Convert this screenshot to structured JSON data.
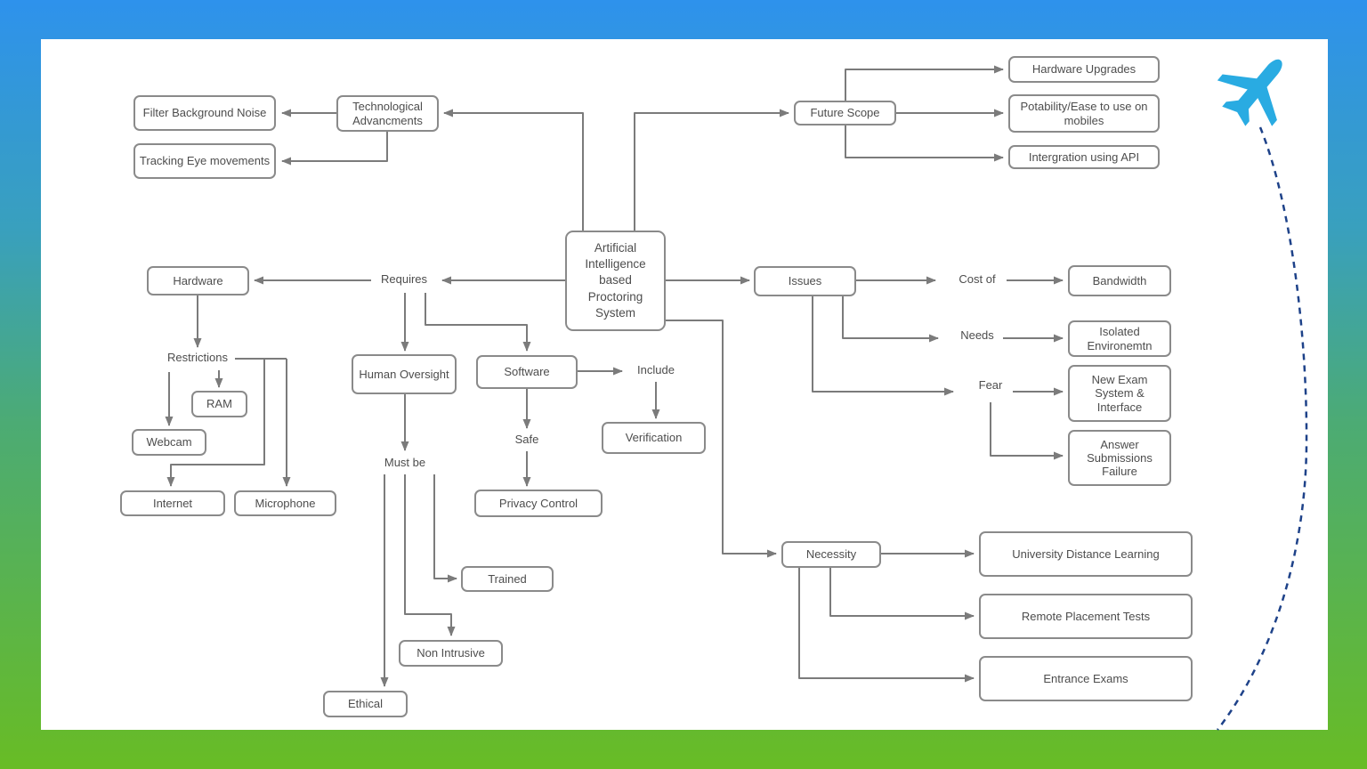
{
  "diagram_title": "Artificial Intelligence based Proctoring System concept map",
  "nodes": {
    "ai_proctoring": {
      "label": "Artificial Intelligence based Proctoring System"
    },
    "technological_advancements": {
      "label": "Technological Advancments"
    },
    "filter_background_noise": {
      "label": "Filter Background Noise"
    },
    "tracking_eye_movements": {
      "label": "Tracking Eye movements"
    },
    "future_scope": {
      "label": "Future Scope"
    },
    "hardware_upgrades": {
      "label": "Hardware Upgrades"
    },
    "portability_mobiles": {
      "label": "Potability/Ease to use on mobiles"
    },
    "integration_api": {
      "label": "Intergration using API"
    },
    "hardware": {
      "label": "Hardware"
    },
    "ram": {
      "label": "RAM"
    },
    "webcam": {
      "label": "Webcam"
    },
    "internet": {
      "label": "Internet"
    },
    "microphone": {
      "label": "Microphone"
    },
    "human_oversight": {
      "label": "Human Oversight"
    },
    "trained": {
      "label": "Trained"
    },
    "non_intrusive": {
      "label": "Non Intrusive"
    },
    "ethical": {
      "label": "Ethical"
    },
    "software": {
      "label": "Software"
    },
    "verification": {
      "label": "Verification"
    },
    "privacy_control": {
      "label": "Privacy Control"
    },
    "issues": {
      "label": "Issues"
    },
    "bandwidth": {
      "label": "Bandwidth"
    },
    "isolated_environment": {
      "label": "Isolated Environemtn"
    },
    "new_exam_system": {
      "label": "New Exam System & Interface"
    },
    "answer_submissions": {
      "label": "Answer Submissions Failure"
    },
    "necessity": {
      "label": "Necessity"
    },
    "university_distance_learning": {
      "label": "University Distance Learning"
    },
    "remote_placement_tests": {
      "label": "Remote Placement Tests"
    },
    "entrance_exams": {
      "label": "Entrance Exams"
    }
  },
  "labels": {
    "requires": "Requires",
    "restrictions": "Restrictions",
    "must_be": "Must be",
    "safe": "Safe",
    "include": "Include",
    "cost_of": "Cost of",
    "needs": "Needs",
    "fear": "Fear"
  },
  "edges": [
    {
      "from": "ai_proctoring",
      "to": "technological_advancements"
    },
    {
      "from": "technological_advancements",
      "to": "filter_background_noise"
    },
    {
      "from": "technological_advancements",
      "to": "tracking_eye_movements"
    },
    {
      "from": "ai_proctoring",
      "to": "future_scope"
    },
    {
      "from": "future_scope",
      "to": "hardware_upgrades"
    },
    {
      "from": "future_scope",
      "to": "portability_mobiles"
    },
    {
      "from": "future_scope",
      "to": "integration_api"
    },
    {
      "from": "ai_proctoring",
      "to": "requires"
    },
    {
      "from": "requires",
      "to": "hardware"
    },
    {
      "from": "hardware",
      "to": "restrictions"
    },
    {
      "from": "restrictions",
      "to": "ram"
    },
    {
      "from": "restrictions",
      "to": "webcam"
    },
    {
      "from": "restrictions",
      "to": "internet"
    },
    {
      "from": "restrictions",
      "to": "microphone"
    },
    {
      "from": "requires",
      "to": "human_oversight"
    },
    {
      "from": "requires",
      "to": "software"
    },
    {
      "from": "human_oversight",
      "to": "must_be"
    },
    {
      "from": "must_be",
      "to": "trained"
    },
    {
      "from": "must_be",
      "to": "non_intrusive"
    },
    {
      "from": "must_be",
      "to": "ethical"
    },
    {
      "from": "software",
      "to": "safe"
    },
    {
      "from": "safe",
      "to": "privacy_control"
    },
    {
      "from": "software",
      "to": "include"
    },
    {
      "from": "include",
      "to": "verification"
    },
    {
      "from": "ai_proctoring",
      "to": "issues"
    },
    {
      "from": "issues",
      "to": "cost_of"
    },
    {
      "from": "cost_of",
      "to": "bandwidth"
    },
    {
      "from": "issues",
      "to": "needs"
    },
    {
      "from": "needs",
      "to": "isolated_environment"
    },
    {
      "from": "issues",
      "to": "fear"
    },
    {
      "from": "fear",
      "to": "new_exam_system"
    },
    {
      "from": "fear",
      "to": "answer_submissions"
    },
    {
      "from": "ai_proctoring",
      "to": "necessity"
    },
    {
      "from": "necessity",
      "to": "university_distance_learning"
    },
    {
      "from": "necessity",
      "to": "remote_placement_tests"
    },
    {
      "from": "necessity",
      "to": "entrance_exams"
    }
  ],
  "colors": {
    "background_top": "#2E92EC",
    "background_bottom": "#68BC25",
    "canvas": "#FFFFFF",
    "box_border": "#8A8A8A",
    "connector": "#7B7B7B",
    "text": "#4D4D4D",
    "airplane": "#29ABE2",
    "flight_path": "#1E4289"
  }
}
